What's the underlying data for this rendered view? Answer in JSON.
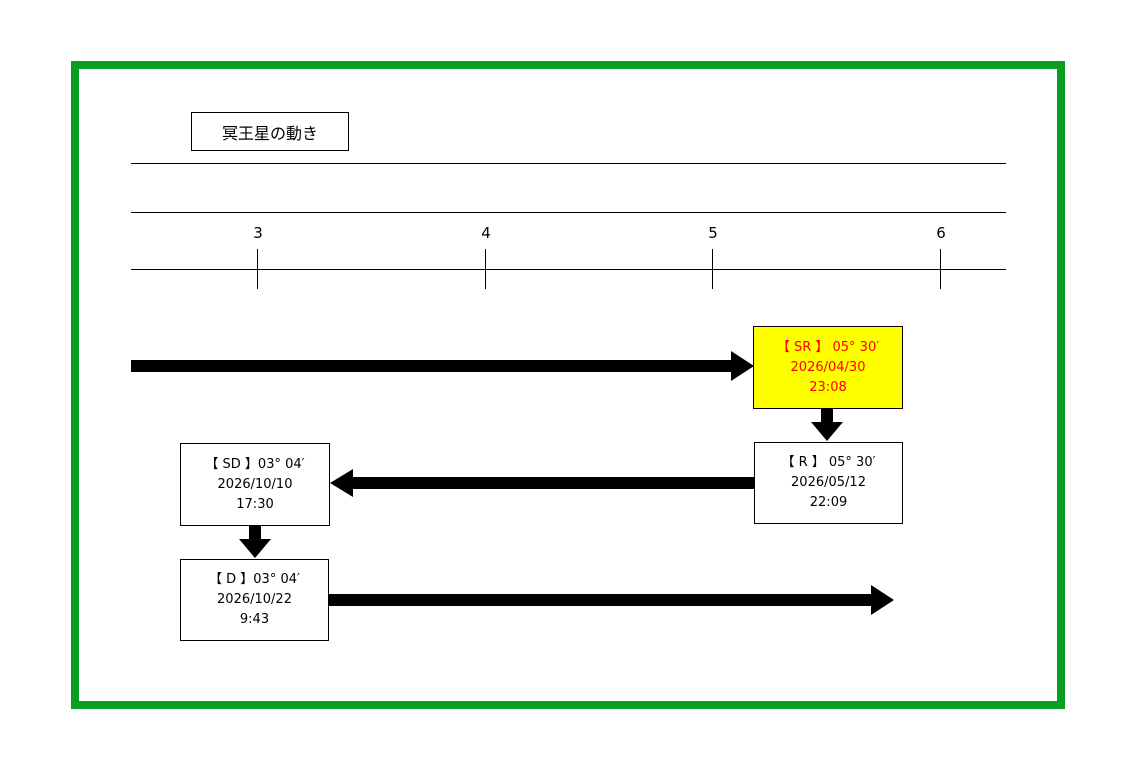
{
  "title": "冥王星の動き",
  "timeline": {
    "month_ticks": [
      "3",
      "4",
      "5",
      "6"
    ]
  },
  "events": [
    {
      "id": "sr",
      "label": "【 SR 】 05°  30′",
      "date": "2026/04/30",
      "time": "23:08",
      "highlighted": true
    },
    {
      "id": "r",
      "label": "【 R 】 05°  30′",
      "date": "2026/05/12",
      "time": "22:09",
      "highlighted": false
    },
    {
      "id": "sd",
      "label": "【 SD 】03°  04′",
      "date": "2026/10/10",
      "time": "17:30",
      "highlighted": false
    },
    {
      "id": "d",
      "label": "【 D 】03°  04′",
      "date": "2026/10/22",
      "time": "9:43",
      "highlighted": false
    }
  ],
  "colors": {
    "frame": "#0a9e22",
    "highlight_bg": "#ffff00",
    "highlight_text": "#ff0000",
    "arrow": "#000000"
  }
}
